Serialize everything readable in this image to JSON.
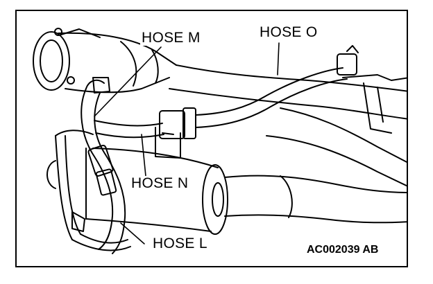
{
  "labels": {
    "hose_m": "HOSE M",
    "hose_o": "HOSE O",
    "hose_n": "HOSE N",
    "hose_l": "HOSE L"
  },
  "figure_code": "AC002039 AB",
  "colors": {
    "ink": "#000000",
    "paper": "#ffffff"
  }
}
